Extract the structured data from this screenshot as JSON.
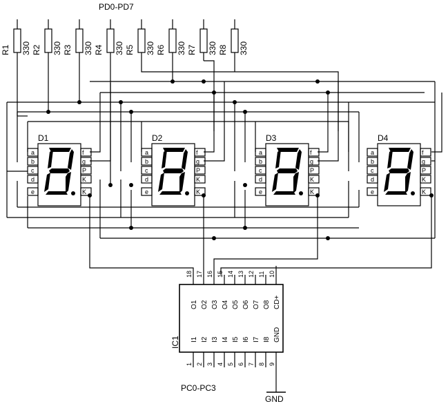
{
  "bus_labels": {
    "top": "PD0-PD7",
    "bottom": "PC0-PC3",
    "ground": "GND"
  },
  "resistors": [
    {
      "name": "R1",
      "value": "330"
    },
    {
      "name": "R2",
      "value": "330"
    },
    {
      "name": "R3",
      "value": "330"
    },
    {
      "name": "R4",
      "value": "330"
    },
    {
      "name": "R5",
      "value": "330"
    },
    {
      "name": "R6",
      "value": "330"
    },
    {
      "name": "R7",
      "value": "330"
    },
    {
      "name": "R8",
      "value": "330"
    }
  ],
  "displays": [
    {
      "name": "D1",
      "left_pins": [
        "a",
        "b",
        "c",
        "d",
        "e"
      ],
      "right_pins": [
        "f",
        "g",
        "P",
        "K",
        "K"
      ]
    },
    {
      "name": "D2",
      "left_pins": [
        "a",
        "b",
        "c",
        "d",
        "e"
      ],
      "right_pins": [
        "f",
        "g",
        "P",
        "K",
        "K"
      ]
    },
    {
      "name": "D3",
      "left_pins": [
        "a",
        "b",
        "c",
        "d",
        "e"
      ],
      "right_pins": [
        "f",
        "g",
        "P",
        "K",
        "K"
      ]
    },
    {
      "name": "D4",
      "left_pins": [
        "a",
        "b",
        "c",
        "d",
        "e"
      ],
      "right_pins": [
        "f",
        "g",
        "P",
        "K",
        "K"
      ]
    }
  ],
  "ic": {
    "name": "IC1",
    "top_pin_numbers": [
      "18",
      "17",
      "16",
      "15",
      "14",
      "13",
      "12",
      "11",
      "10"
    ],
    "top_pin_labels": [
      "O1",
      "O2",
      "O3",
      "O4",
      "O5",
      "O6",
      "O7",
      "O8",
      "CD+"
    ],
    "bottom_pin_labels": [
      "I1",
      "I2",
      "I3",
      "I4",
      "I5",
      "I6",
      "I7",
      "I8",
      "GND"
    ],
    "bottom_pin_numbers": [
      "1",
      "2",
      "3",
      "4",
      "5",
      "6",
      "7",
      "8",
      "9"
    ]
  }
}
